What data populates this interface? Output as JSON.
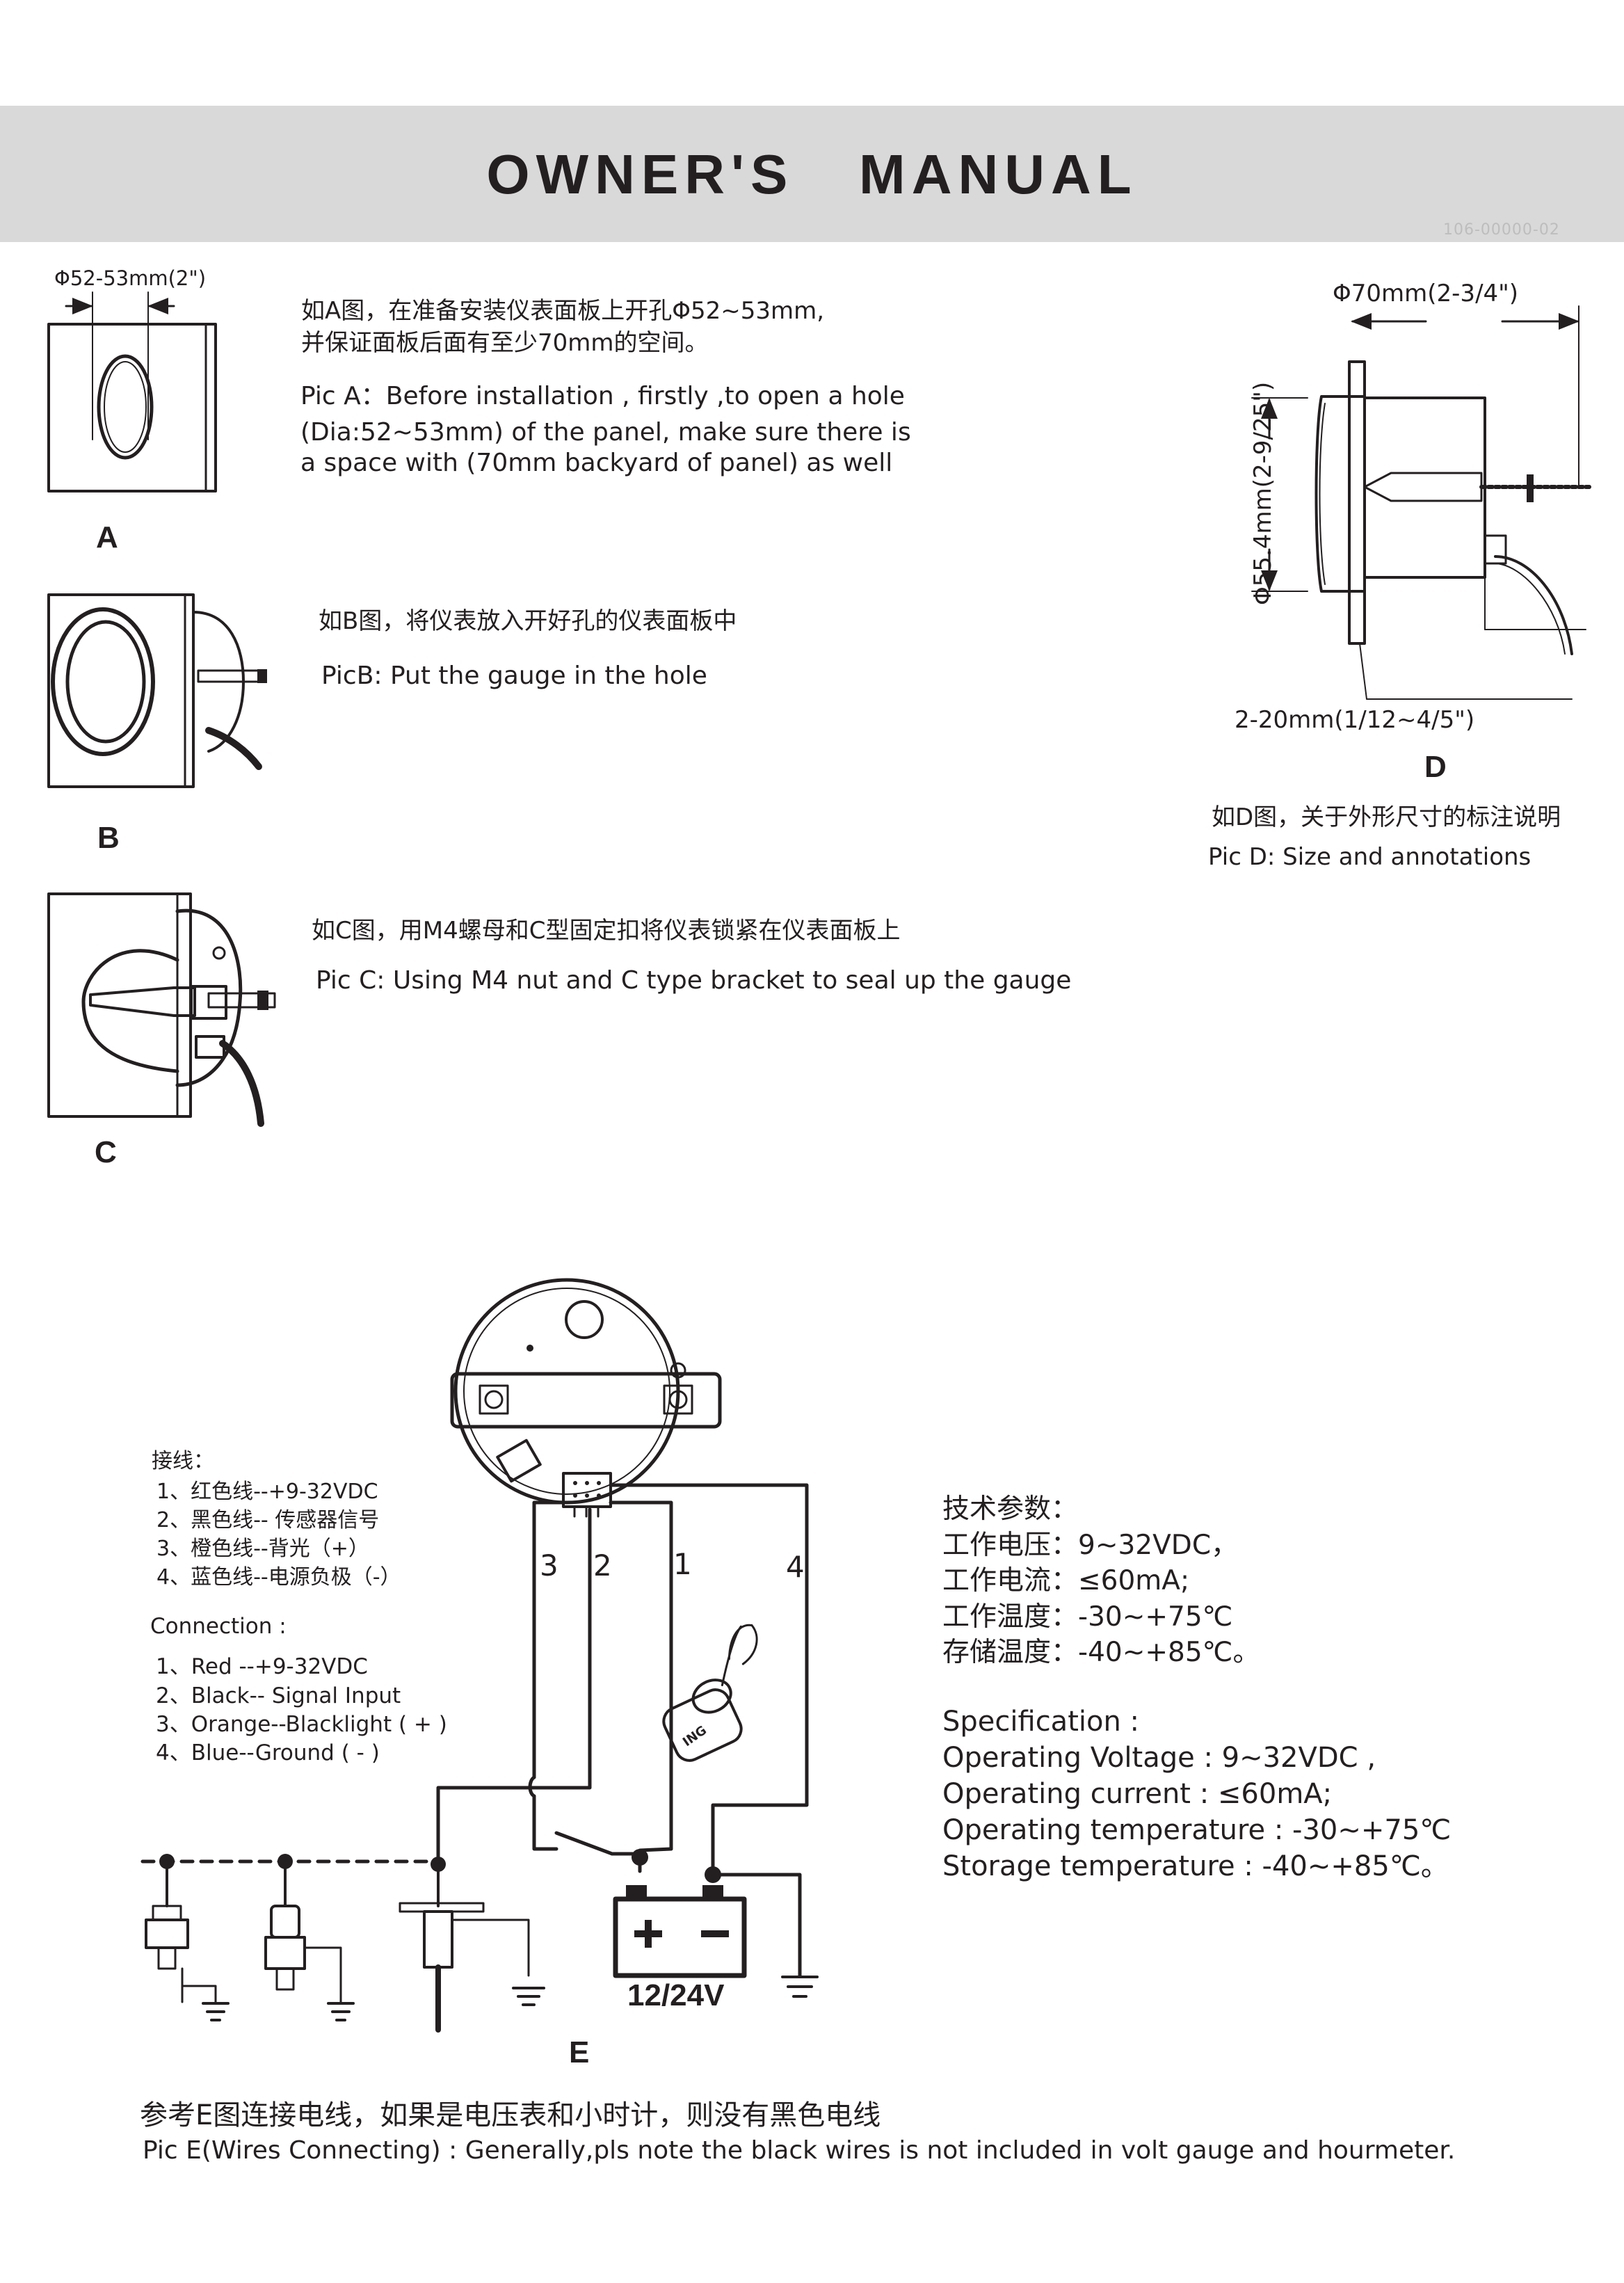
{
  "header": {
    "title": "OWNER'S   MANUAL",
    "doc_code": "106-00000-02"
  },
  "pic_a": {
    "dimension": "Φ52-53mm(2\")",
    "zh_line1": "如A图，在准备安装仪表面板上开孔Φ52~53mm,",
    "zh_line2": "并保证面板后面有至少70mm的空间。",
    "en_line1": "Pic A：Before installation , firstly ,to open a hole",
    "en_line2": "(Dia:52~53mm) of the panel, make sure there is",
    "en_line3": "a space with (70mm backyard of panel)  as well",
    "label": "A"
  },
  "pic_b": {
    "zh": "如B图，将仪表放入开好孔的仪表面板中",
    "en": "PicB: Put the gauge in the hole",
    "label": "B"
  },
  "pic_c": {
    "zh": "如C图，用M4螺母和C型固定扣将仪表锁紧在仪表面板上",
    "en": "Pic C: Using M4 nut and C type bracket to seal up the gauge",
    "label": "C"
  },
  "pic_d": {
    "dim_width": "Φ70mm(2-3/4\")",
    "dim_height": "Φ55.4mm(2-9/25\")",
    "dim_panel": "2-20mm(1/12~4/5\")",
    "label": "D",
    "zh": "如D图，关于外形尺寸的标注说明",
    "en": "Pic D: Size and annotations"
  },
  "wiring_zh": {
    "heading": "接线：",
    "items": [
      "1、红色线--+9-32VDC",
      "2、黑色线-- 传感器信号",
      "3、橙色线--背光（+）",
      "4、蓝色线--电源负极（-）"
    ]
  },
  "wiring_en": {
    "heading": "Connection :",
    "items": [
      "1、Red --+9-32VDC",
      "2、Black-- Signal  Input",
      "3、Orange--Blacklight ( + )",
      "4、Blue--Ground ( - )"
    ]
  },
  "diagram_e": {
    "wire_numbers": [
      "3",
      "2",
      "1",
      "4"
    ],
    "battery_label": "12/24V",
    "ignition_label": "ING",
    "label": "E"
  },
  "spec_zh": {
    "heading": "技术参数：",
    "items": [
      "工作电压：9~32VDC，",
      "工作电流：≤60mA;",
      "工作温度：-30~+75℃",
      "存储温度：-40~+85℃。"
    ]
  },
  "spec_en": {
    "heading": "Specification :",
    "items": [
      "Operating Voltage : 9~32VDC ,",
      "Operating current : ≤60mA;",
      "Operating temperature : -30~+75℃",
      "Storage temperature : -40~+85℃。"
    ]
  },
  "footer": {
    "zh": "参考E图连接电线，如果是电压表和小时计，则没有黑色电线",
    "en": "Pic E(Wires Connecting) : Generally,pls note the black wires is not included in volt gauge and hourmeter."
  }
}
